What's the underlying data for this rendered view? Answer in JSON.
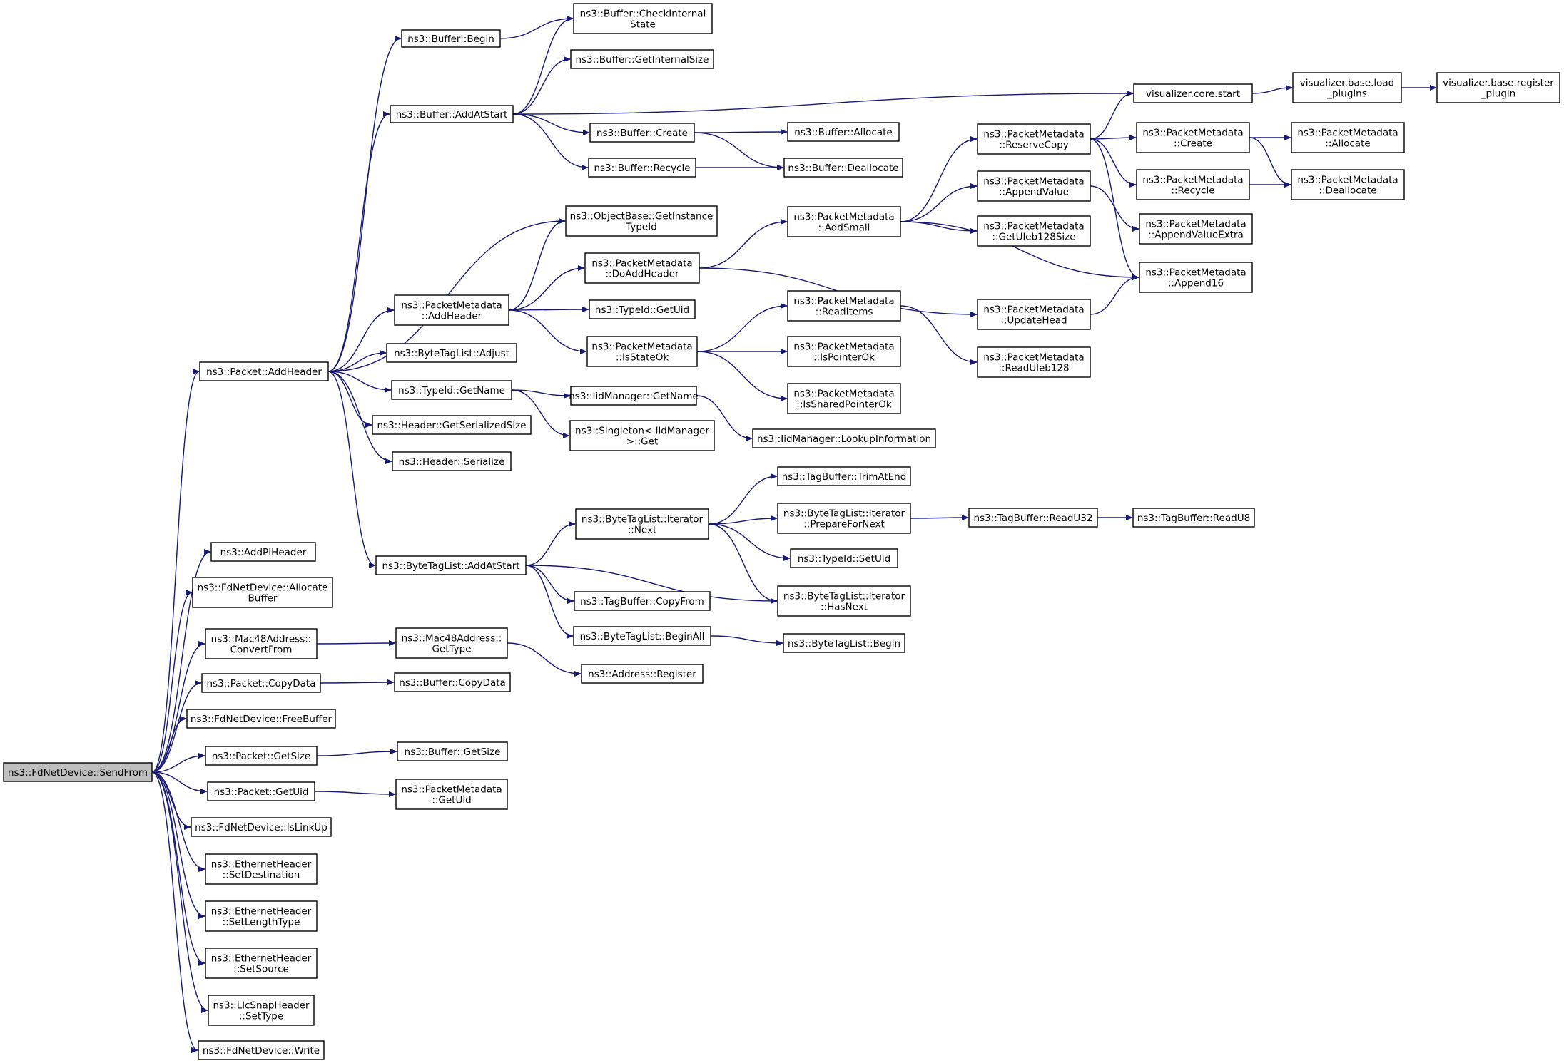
{
  "graph": {
    "nodes": [
      {
        "id": "sendfrom",
        "lines": [
          "ns3::FdNetDevice::SendFrom"
        ],
        "root": true
      },
      {
        "id": "addheader",
        "lines": [
          "ns3::Packet::AddHeader"
        ]
      },
      {
        "id": "addpiheader",
        "lines": [
          "ns3::AddPIHeader"
        ]
      },
      {
        "id": "fdalloc",
        "lines": [
          "ns3::FdNetDevice::Allocate",
          "Buffer"
        ]
      },
      {
        "id": "convertfrom",
        "lines": [
          "ns3::Mac48Address::",
          "ConvertFrom"
        ]
      },
      {
        "id": "copydata",
        "lines": [
          "ns3::Packet::CopyData"
        ]
      },
      {
        "id": "freebuffer",
        "lines": [
          "ns3::FdNetDevice::FreeBuffer"
        ]
      },
      {
        "id": "getsize",
        "lines": [
          "ns3::Packet::GetSize"
        ]
      },
      {
        "id": "getuid",
        "lines": [
          "ns3::Packet::GetUid"
        ]
      },
      {
        "id": "islinkup",
        "lines": [
          "ns3::FdNetDevice::IsLinkUp"
        ]
      },
      {
        "id": "setdest",
        "lines": [
          "ns3::EthernetHeader",
          "::SetDestination"
        ]
      },
      {
        "id": "setlentype",
        "lines": [
          "ns3::EthernetHeader",
          "::SetLengthType"
        ]
      },
      {
        "id": "setsource",
        "lines": [
          "ns3::EthernetHeader",
          "::SetSource"
        ]
      },
      {
        "id": "settype",
        "lines": [
          "ns3::LlcSnapHeader",
          "::SetType"
        ]
      },
      {
        "id": "write",
        "lines": [
          "ns3::FdNetDevice::Write"
        ]
      },
      {
        "id": "bufbegin",
        "lines": [
          "ns3::Buffer::Begin"
        ]
      },
      {
        "id": "addatstart",
        "lines": [
          "ns3::Buffer::AddAtStart"
        ]
      },
      {
        "id": "getinstancetypeid",
        "lines": [
          "ns3::ObjectBase::GetInstance",
          "TypeId"
        ]
      },
      {
        "id": "pmaddheader",
        "lines": [
          "ns3::PacketMetadata",
          "::AddHeader"
        ]
      },
      {
        "id": "btladjust",
        "lines": [
          "ns3::ByteTagList::Adjust"
        ]
      },
      {
        "id": "typeidgetname",
        "lines": [
          "ns3::TypeId::GetName"
        ]
      },
      {
        "id": "hdrsersize",
        "lines": [
          "ns3::Header::GetSerializedSize"
        ]
      },
      {
        "id": "hdrserialize",
        "lines": [
          "ns3::Header::Serialize"
        ]
      },
      {
        "id": "btladdatstart",
        "lines": [
          "ns3::ByteTagList::AddAtStart"
        ]
      },
      {
        "id": "checkinternal",
        "lines": [
          "ns3::Buffer::CheckInternal",
          "State"
        ]
      },
      {
        "id": "getinternalsize",
        "lines": [
          "ns3::Buffer::GetInternalSize"
        ]
      },
      {
        "id": "bufcreate",
        "lines": [
          "ns3::Buffer::Create"
        ]
      },
      {
        "id": "bufrecycle",
        "lines": [
          "ns3::Buffer::Recycle"
        ]
      },
      {
        "id": "bufallocate",
        "lines": [
          "ns3::Buffer::Allocate"
        ]
      },
      {
        "id": "bufdeallocate",
        "lines": [
          "ns3::Buffer::Deallocate"
        ]
      },
      {
        "id": "vizstart",
        "lines": [
          "visualizer.core.start"
        ]
      },
      {
        "id": "vizload",
        "lines": [
          "visualizer.base.load",
          "_plugins"
        ]
      },
      {
        "id": "vizregister",
        "lines": [
          "visualizer.base.register",
          "_plugin"
        ]
      },
      {
        "id": "doaddheader",
        "lines": [
          "ns3::PacketMetadata",
          "::DoAddHeader"
        ]
      },
      {
        "id": "typeidgetuid",
        "lines": [
          "ns3::TypeId::GetUid"
        ]
      },
      {
        "id": "isstateok",
        "lines": [
          "ns3::PacketMetadata",
          "::IsStateOk"
        ]
      },
      {
        "id": "addsmall",
        "lines": [
          "ns3::PacketMetadata",
          "::AddSmall"
        ]
      },
      {
        "id": "reservecopy",
        "lines": [
          "ns3::PacketMetadata",
          "::ReserveCopy"
        ]
      },
      {
        "id": "appendvalue",
        "lines": [
          "ns3::PacketMetadata",
          "::AppendValue"
        ]
      },
      {
        "id": "getuleb",
        "lines": [
          "ns3::PacketMetadata",
          "::GetUleb128Size"
        ]
      },
      {
        "id": "updatehead",
        "lines": [
          "ns3::PacketMetadata",
          "::UpdateHead"
        ]
      },
      {
        "id": "pmcreate",
        "lines": [
          "ns3::PacketMetadata",
          "::Create"
        ]
      },
      {
        "id": "pmrecycle",
        "lines": [
          "ns3::PacketMetadata",
          "::Recycle"
        ]
      },
      {
        "id": "appendvalueextra",
        "lines": [
          "ns3::PacketMetadata",
          "::AppendValueExtra"
        ]
      },
      {
        "id": "append16",
        "lines": [
          "ns3::PacketMetadata",
          "::Append16"
        ]
      },
      {
        "id": "pmallocate",
        "lines": [
          "ns3::PacketMetadata",
          "::Allocate"
        ]
      },
      {
        "id": "pmdeallocate",
        "lines": [
          "ns3::PacketMetadata",
          "::Deallocate"
        ]
      },
      {
        "id": "readitems",
        "lines": [
          "ns3::PacketMetadata",
          "::ReadItems"
        ]
      },
      {
        "id": "ispointerok",
        "lines": [
          "ns3::PacketMetadata",
          "::IsPointerOk"
        ]
      },
      {
        "id": "issharedpointerok",
        "lines": [
          "ns3::PacketMetadata",
          "::IsSharedPointerOk"
        ]
      },
      {
        "id": "readuleb",
        "lines": [
          "ns3::PacketMetadata",
          "::ReadUleb128"
        ]
      },
      {
        "id": "iidgetname",
        "lines": [
          "ns3::IidManager::GetName"
        ]
      },
      {
        "id": "singletonget",
        "lines": [
          "ns3::Singleton< IidManager",
          " >::Get"
        ]
      },
      {
        "id": "lookupinfo",
        "lines": [
          "ns3::IidManager::LookupInformation"
        ]
      },
      {
        "id": "iternext",
        "lines": [
          "ns3::ByteTagList::Iterator",
          "::Next"
        ]
      },
      {
        "id": "trimatend",
        "lines": [
          "ns3::TagBuffer::TrimAtEnd"
        ]
      },
      {
        "id": "preparefornext",
        "lines": [
          "ns3::ByteTagList::Iterator",
          "::PrepareForNext"
        ]
      },
      {
        "id": "readu32",
        "lines": [
          "ns3::TagBuffer::ReadU32"
        ]
      },
      {
        "id": "readu8",
        "lines": [
          "ns3::TagBuffer::ReadU8"
        ]
      },
      {
        "id": "setuid",
        "lines": [
          "ns3::TypeId::SetUid"
        ]
      },
      {
        "id": "hasnext",
        "lines": [
          "ns3::ByteTagList::Iterator",
          "::HasNext"
        ]
      },
      {
        "id": "tbcopyfrom",
        "lines": [
          "ns3::TagBuffer::CopyFrom"
        ]
      },
      {
        "id": "beginall",
        "lines": [
          "ns3::ByteTagList::BeginAll"
        ]
      },
      {
        "id": "btlbegin",
        "lines": [
          "ns3::ByteTagList::Begin"
        ]
      },
      {
        "id": "m48gettype",
        "lines": [
          "ns3::Mac48Address::",
          "GetType"
        ]
      },
      {
        "id": "addrregister",
        "lines": [
          "ns3::Address::Register"
        ]
      },
      {
        "id": "bufcopydata",
        "lines": [
          "ns3::Buffer::CopyData"
        ]
      },
      {
        "id": "bufgetsize",
        "lines": [
          "ns3::Buffer::GetSize"
        ]
      },
      {
        "id": "pmgetuid",
        "lines": [
          "ns3::PacketMetadata",
          "::GetUid"
        ]
      }
    ],
    "edges": [
      [
        "sendfrom",
        "addheader"
      ],
      [
        "sendfrom",
        "addpiheader"
      ],
      [
        "sendfrom",
        "fdalloc"
      ],
      [
        "sendfrom",
        "convertfrom"
      ],
      [
        "sendfrom",
        "copydata"
      ],
      [
        "sendfrom",
        "freebuffer"
      ],
      [
        "sendfrom",
        "getsize"
      ],
      [
        "sendfrom",
        "getuid"
      ],
      [
        "sendfrom",
        "islinkup"
      ],
      [
        "sendfrom",
        "setdest"
      ],
      [
        "sendfrom",
        "setlentype"
      ],
      [
        "sendfrom",
        "setsource"
      ],
      [
        "sendfrom",
        "settype"
      ],
      [
        "sendfrom",
        "write"
      ],
      [
        "addheader",
        "bufbegin"
      ],
      [
        "addheader",
        "addatstart"
      ],
      [
        "addheader",
        "getinstancetypeid"
      ],
      [
        "addheader",
        "pmaddheader"
      ],
      [
        "addheader",
        "btladjust"
      ],
      [
        "addheader",
        "typeidgetname"
      ],
      [
        "addheader",
        "hdrsersize"
      ],
      [
        "addheader",
        "hdrserialize"
      ],
      [
        "addheader",
        "btladdatstart"
      ],
      [
        "bufbegin",
        "checkinternal"
      ],
      [
        "addatstart",
        "checkinternal"
      ],
      [
        "addatstart",
        "getinternalsize"
      ],
      [
        "addatstart",
        "vizstart"
      ],
      [
        "addatstart",
        "bufcreate"
      ],
      [
        "addatstart",
        "bufrecycle"
      ],
      [
        "bufcreate",
        "bufallocate"
      ],
      [
        "bufcreate",
        "bufdeallocate"
      ],
      [
        "bufrecycle",
        "bufdeallocate"
      ],
      [
        "vizstart",
        "vizload"
      ],
      [
        "vizload",
        "vizregister"
      ],
      [
        "pmaddheader",
        "getinstancetypeid"
      ],
      [
        "pmaddheader",
        "doaddheader"
      ],
      [
        "pmaddheader",
        "typeidgetuid"
      ],
      [
        "pmaddheader",
        "isstateok"
      ],
      [
        "doaddheader",
        "addsmall"
      ],
      [
        "doaddheader",
        "updatehead"
      ],
      [
        "addsmall",
        "reservecopy"
      ],
      [
        "addsmall",
        "appendvalue"
      ],
      [
        "addsmall",
        "getuleb"
      ],
      [
        "addsmall",
        "append16"
      ],
      [
        "reservecopy",
        "vizstart"
      ],
      [
        "reservecopy",
        "pmcreate"
      ],
      [
        "reservecopy",
        "pmrecycle"
      ],
      [
        "reservecopy",
        "append16"
      ],
      [
        "pmcreate",
        "pmallocate"
      ],
      [
        "pmcreate",
        "pmdeallocate"
      ],
      [
        "pmrecycle",
        "pmdeallocate"
      ],
      [
        "appendvalue",
        "appendvalueextra"
      ],
      [
        "updatehead",
        "append16"
      ],
      [
        "isstateok",
        "readitems"
      ],
      [
        "isstateok",
        "ispointerok"
      ],
      [
        "isstateok",
        "issharedpointerok"
      ],
      [
        "readitems",
        "readuleb"
      ],
      [
        "typeidgetname",
        "iidgetname"
      ],
      [
        "typeidgetname",
        "singletonget"
      ],
      [
        "iidgetname",
        "lookupinfo"
      ],
      [
        "btladdatstart",
        "iternext"
      ],
      [
        "btladdatstart",
        "hasnext"
      ],
      [
        "btladdatstart",
        "tbcopyfrom"
      ],
      [
        "btladdatstart",
        "beginall"
      ],
      [
        "iternext",
        "trimatend"
      ],
      [
        "iternext",
        "preparefornext"
      ],
      [
        "iternext",
        "setuid"
      ],
      [
        "iternext",
        "hasnext"
      ],
      [
        "preparefornext",
        "readu32"
      ],
      [
        "readu32",
        "readu8"
      ],
      [
        "beginall",
        "btlbegin"
      ],
      [
        "convertfrom",
        "m48gettype"
      ],
      [
        "m48gettype",
        "addrregister"
      ],
      [
        "copydata",
        "bufcopydata"
      ],
      [
        "getsize",
        "bufgetsize"
      ],
      [
        "getuid",
        "pmgetuid"
      ]
    ]
  }
}
